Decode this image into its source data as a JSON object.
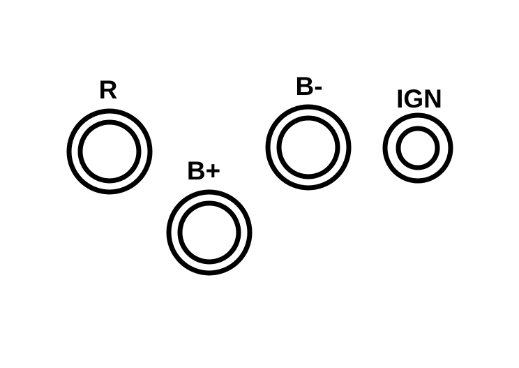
{
  "terminals": [
    {
      "id": "r",
      "label": "R"
    },
    {
      "id": "b-plus",
      "label": "B+"
    },
    {
      "id": "b-minus",
      "label": "B-"
    },
    {
      "id": "ign",
      "label": "IGN"
    }
  ],
  "colors": {
    "stroke": "#000000",
    "background": "#ffffff"
  }
}
